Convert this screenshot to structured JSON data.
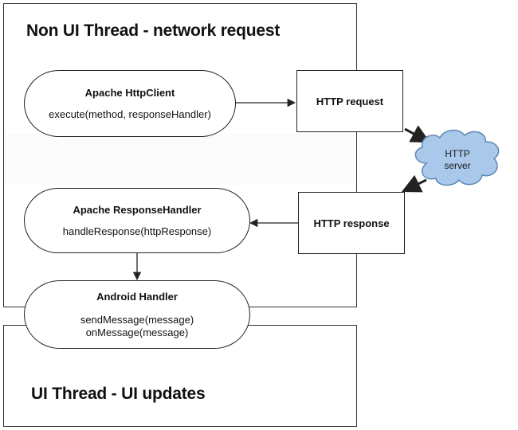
{
  "threads": {
    "non_ui_title": "Non UI Thread - network request",
    "ui_title": "UI Thread - UI updates"
  },
  "nodes": {
    "http_client": {
      "title": "Apache HttpClient",
      "methods": [
        "execute(method, responseHandler)"
      ]
    },
    "http_request": {
      "label": "HTTP request"
    },
    "http_server": {
      "lines": [
        "HTTP",
        "server"
      ]
    },
    "http_response": {
      "label": "HTTP response"
    },
    "response_handler": {
      "title": "Apache ResponseHandler",
      "methods": [
        "handleResponse(httpResponse)"
      ]
    },
    "android_handler": {
      "title": "Android Handler",
      "methods": [
        "sendMessage(message)",
        "onMessage(message)"
      ]
    }
  },
  "colors": {
    "line": "#222222",
    "cloud_fill": "#a9c8ea",
    "cloud_stroke": "#5f86b5"
  }
}
